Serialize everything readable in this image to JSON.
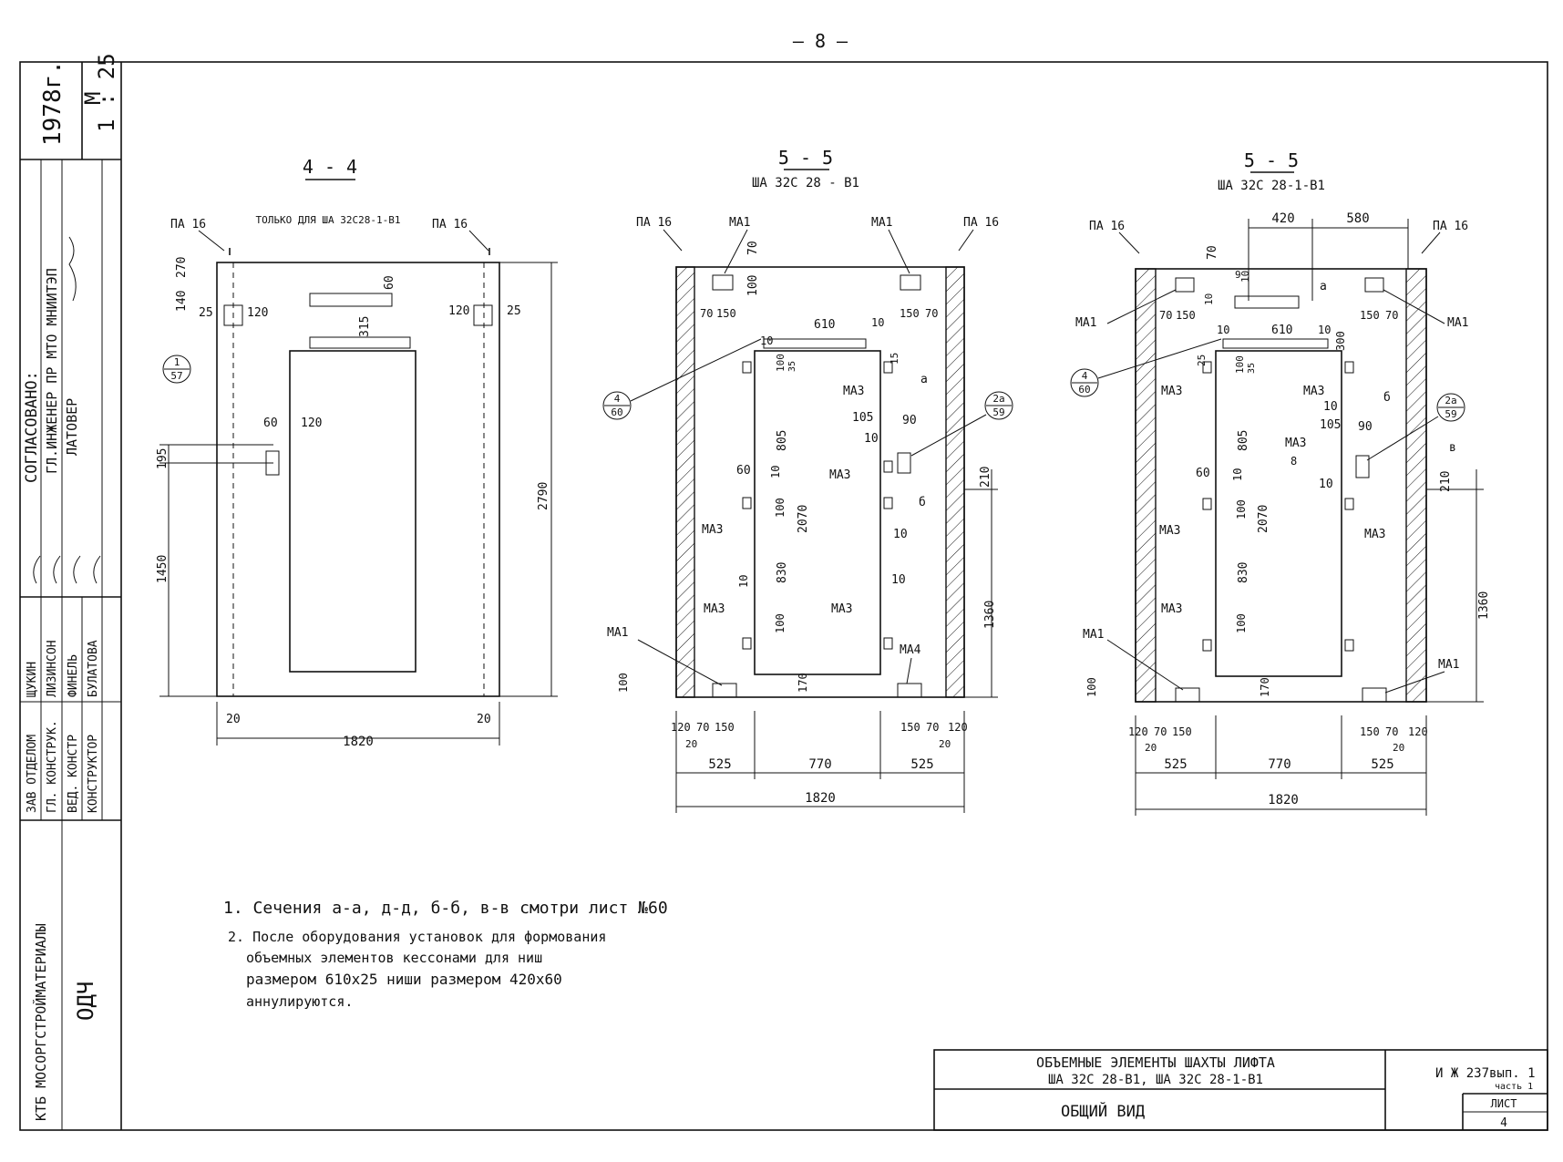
{
  "page_number": "– 8 –",
  "side_stamp": {
    "year": "1978г.",
    "scale_label": "М",
    "scale_value": "1 : 25",
    "approved_title": "СОГЛАСОВАНО:",
    "approved_role": "ГЛ.ИНЖЕНЕР ПР МТО МНИИТЭП",
    "approved_name": "ЛАТОВЕР",
    "roles": [
      "ЗАВ ОТДЕЛОМ",
      "ГЛ. КОНСТРУК.",
      "ВЕД. КОНСТР",
      "КОНСТРУКТОР"
    ],
    "names": [
      "ЩУКИН",
      "ЛИЗИНСОН",
      "ФИНЕЛЬ",
      "БУЛАТОВА"
    ],
    "organization": "КТБ МОСОРГСТРОЙМАТЕРИАЛЫ",
    "department": "ОДЧ"
  },
  "section_44": {
    "title": "4 - 4",
    "note": "ТОЛЬКО ДЛЯ ША 32С28-1-В1",
    "labels": [
      "ПА 16",
      "ПА 16"
    ],
    "callout": {
      "top": "1",
      "bottom": "57"
    },
    "dims": [
      "270",
      "140",
      "25",
      "120",
      "120",
      "25",
      "60",
      "315",
      "60",
      "120",
      "195",
      "1450",
      "2790",
      "20",
      "20",
      "1820"
    ]
  },
  "section_55a": {
    "title": "5 - 5",
    "subtitle": "ША 32С 28 - В1",
    "labels": [
      "ПА 16",
      "МА1",
      "МА1",
      "ПА 16",
      "МА3",
      "МА3",
      "МА3",
      "МА3",
      "МА3",
      "МА1",
      "МА4"
    ],
    "callout_left": {
      "top": "4",
      "bottom": "60"
    },
    "callout_right": {
      "top": "2а",
      "bottom": "59"
    },
    "section_marks": [
      "а",
      "б"
    ],
    "dims": [
      "70",
      "100",
      "70",
      "150",
      "610",
      "10",
      "150",
      "70",
      "15",
      "10",
      "100",
      "35",
      "105",
      "90",
      "10",
      "805",
      "60",
      "10",
      "100",
      "2070",
      "10",
      "210",
      "10",
      "830",
      "10",
      "100",
      "100",
      "170",
      "1360",
      "120",
      "70",
      "150",
      "20",
      "150",
      "70",
      "120",
      "20",
      "525",
      "770",
      "525",
      "1820"
    ]
  },
  "section_55b": {
    "title": "5 - 5",
    "subtitle": "ША 32С 28-1-В1",
    "labels": [
      "ПА 16",
      "ПА 16",
      "МА1",
      "МА1",
      "МА3",
      "МА3",
      "МА3",
      "МА3",
      "МА3",
      "МА3",
      "МА1",
      "МА1"
    ],
    "callout_left": {
      "top": "4",
      "bottom": "60"
    },
    "callout_right": {
      "top": "2а",
      "bottom": "59"
    },
    "section_marks": [
      "а",
      "б",
      "в"
    ],
    "dims": [
      "420",
      "580",
      "70",
      "9",
      "10",
      "10",
      "70",
      "150",
      "150",
      "70",
      "10",
      "610",
      "10",
      "300",
      "25",
      "100",
      "35",
      "805",
      "10",
      "105",
      "90",
      "8",
      "10",
      "60",
      "10",
      "100",
      "2070",
      "210",
      "830",
      "100",
      "100",
      "170",
      "1360",
      "120",
      "70",
      "150",
      "20",
      "150",
      "70",
      "120",
      "20",
      "525",
      "770",
      "525",
      "1820"
    ]
  },
  "notes": [
    "1. Сечения а-а, д-д, б-б, в-в смотри лист №60",
    "2. После оборудования установок для формования",
    "объемных элементов кессонами для ниш",
    "размером 610х25 ниши размером 420х60",
    "аннулируются."
  ],
  "title_block": {
    "line1": "ОБЪЕМНЫЕ ЭЛЕМЕНТЫ ШАХТЫ ЛИФТА",
    "line2": "ША 32С 28-В1, ША 32С 28-1-В1",
    "line3": "ОБЩИЙ ВИД",
    "code": "И Ж 237вып. 1",
    "part": "часть 1",
    "sheet_label": "ЛИСТ",
    "sheet_number": "4"
  }
}
